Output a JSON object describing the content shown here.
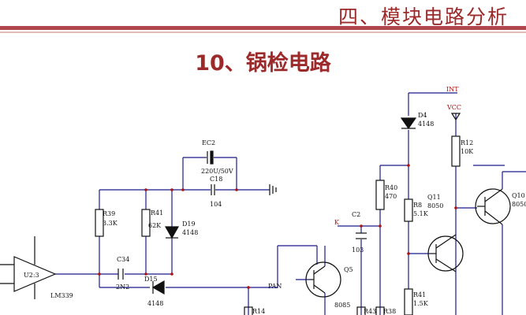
{
  "header": {
    "section_title": "四、模块电路分析"
  },
  "slide": {
    "title": "10、锅检电路"
  },
  "colors": {
    "title": "#9c2a2a",
    "bar": "#b0474d",
    "wire": "#1a1a8c",
    "component": "#111111"
  },
  "components": {
    "ec2": {
      "name": "EC2",
      "value": "220U/50V"
    },
    "c18": {
      "name": "C18",
      "value": "104"
    },
    "r39": {
      "name": "R39",
      "value": "3.3K"
    },
    "r41a": {
      "name": "R41",
      "value": "62K"
    },
    "d19": {
      "name": "D19",
      "value": "4148"
    },
    "u2": {
      "name": "U2:3",
      "part": "LM339"
    },
    "c34": {
      "name": "C34",
      "value": "2N2"
    },
    "d15": {
      "name": "D15",
      "value": "4148"
    },
    "pan": {
      "name": "PAN"
    },
    "r14": {
      "name": "R14"
    },
    "c2": {
      "name": "C2",
      "value": "103"
    },
    "k": {
      "name": "K"
    },
    "r40": {
      "name": "R40",
      "value": "470"
    },
    "d4": {
      "name": "D4",
      "value": "4148"
    },
    "int": {
      "name": "INT"
    },
    "r8": {
      "name": "R8",
      "value": "5.1K"
    },
    "q5": {
      "name": "Q5",
      "value": "8085"
    },
    "r43": {
      "name": "R43"
    },
    "r38": {
      "name": "R38"
    },
    "q11": {
      "name": "Q11",
      "value": "8050"
    },
    "r41b": {
      "name": "R41",
      "value": "1.5K"
    },
    "vcc": {
      "name": "VCC"
    },
    "r12": {
      "name": "R12",
      "value": "10K"
    },
    "q10": {
      "name": "Q10",
      "value": "8050"
    }
  }
}
